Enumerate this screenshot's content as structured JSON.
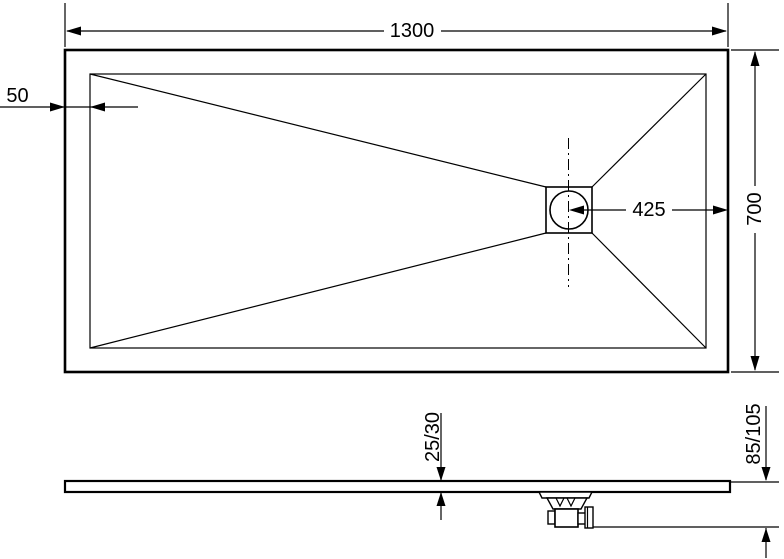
{
  "diagram": {
    "type": "technical-drawing-shower-tray",
    "colors": {
      "line": "#000000",
      "background": "#ffffff"
    },
    "plan_view": {
      "length_label": "1300",
      "width_label": "700",
      "edge_offset_label": "50",
      "drain_offset_label": "425"
    },
    "side_view": {
      "thickness_label": "25/30",
      "height_label": "85/105"
    }
  }
}
